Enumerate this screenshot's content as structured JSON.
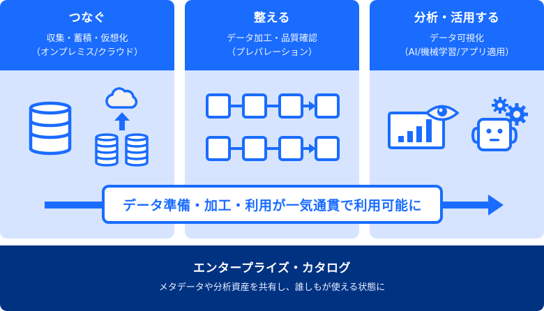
{
  "columns": [
    {
      "title": "つなぐ",
      "subtitle_line1": "収集・蓄積・仮想化",
      "subtitle_line2": "（オンプレミス/クラウド）",
      "icons": [
        "database-icon",
        "cloud-upload-icon",
        "database-stack-icon"
      ]
    },
    {
      "title": "整える",
      "subtitle_line1": "データ加工・品質確認",
      "subtitle_line2": "（プレパレーション）",
      "icons": [
        "pipeline-flow-icon",
        "pipeline-flow-icon"
      ]
    },
    {
      "title": "分析・活用する",
      "subtitle_line1": "データ可視化",
      "subtitle_line2": "（AI/機械学習/アプリ適用）",
      "icons": [
        "chart-monitor-eye-icon",
        "robot-gear-icon"
      ]
    }
  ],
  "flow": {
    "label": "データ準備・加工・利用が一気通貫で利用可能に"
  },
  "footer": {
    "title": "エンタープライズ・カタログ",
    "subtitle": "メタデータや分析資産を共有し、誰しもが使える状態に"
  },
  "colors": {
    "primary_blue": "#1a6cff",
    "light_panel": "#d6e4ff",
    "navy": "#003282",
    "white": "#ffffff"
  }
}
